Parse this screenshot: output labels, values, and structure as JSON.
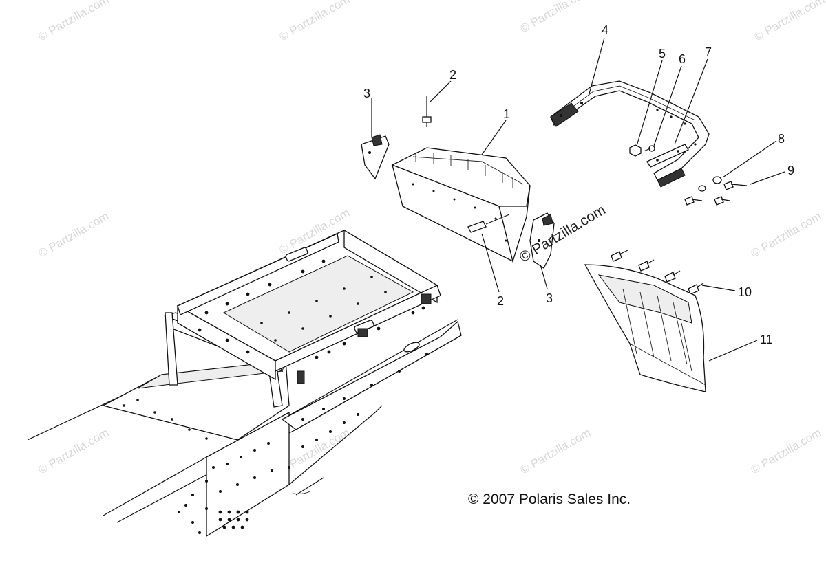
{
  "diagram": {
    "watermark": "© Partzilla.com",
    "watermark_center": "© Partzilla.com",
    "copyright": "© 2007 Polaris Sales Inc.",
    "callouts": [
      "1",
      "2",
      "2",
      "3",
      "3",
      "4",
      "5",
      "6",
      "7",
      "8",
      "9",
      "10",
      "11"
    ]
  }
}
